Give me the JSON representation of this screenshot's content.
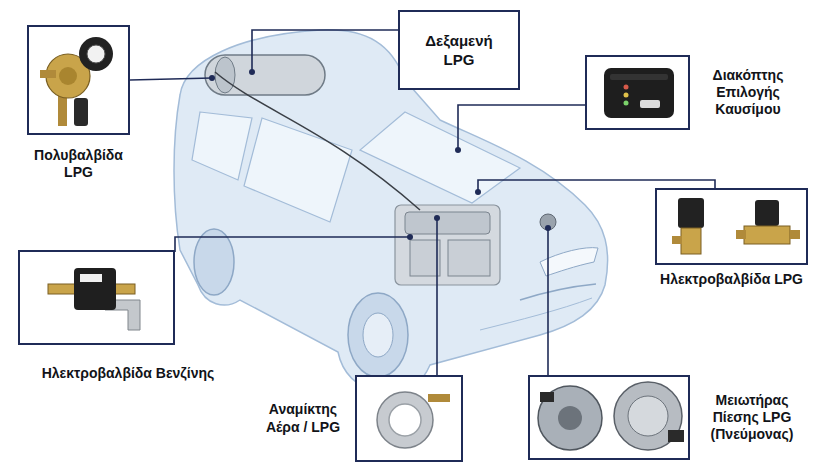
{
  "diagram": {
    "nodes": [
      {
        "text": [
          "Πολυβαλβίδα LPG"
        ]
      },
      {
        "text": [
          "Δεξαμενή LPG"
        ]
      },
      {
        "text": [
          "Διακόπτης Επιλογής Καυσίμου"
        ]
      },
      {
        "text": [
          "Ηλεκτροβαλβίδα LPG"
        ]
      },
      {
        "text": [
          "Ηλεκτροβαλβίδα Βενζίνης"
        ]
      },
      {
        "text": [
          "Αναμίκτης Αέρα / LPG"
        ]
      },
      {
        "text": [
          "Μειωτήρας Πίεσης LPG (Πνεύμονας)"
        ]
      }
    ]
  }
}
